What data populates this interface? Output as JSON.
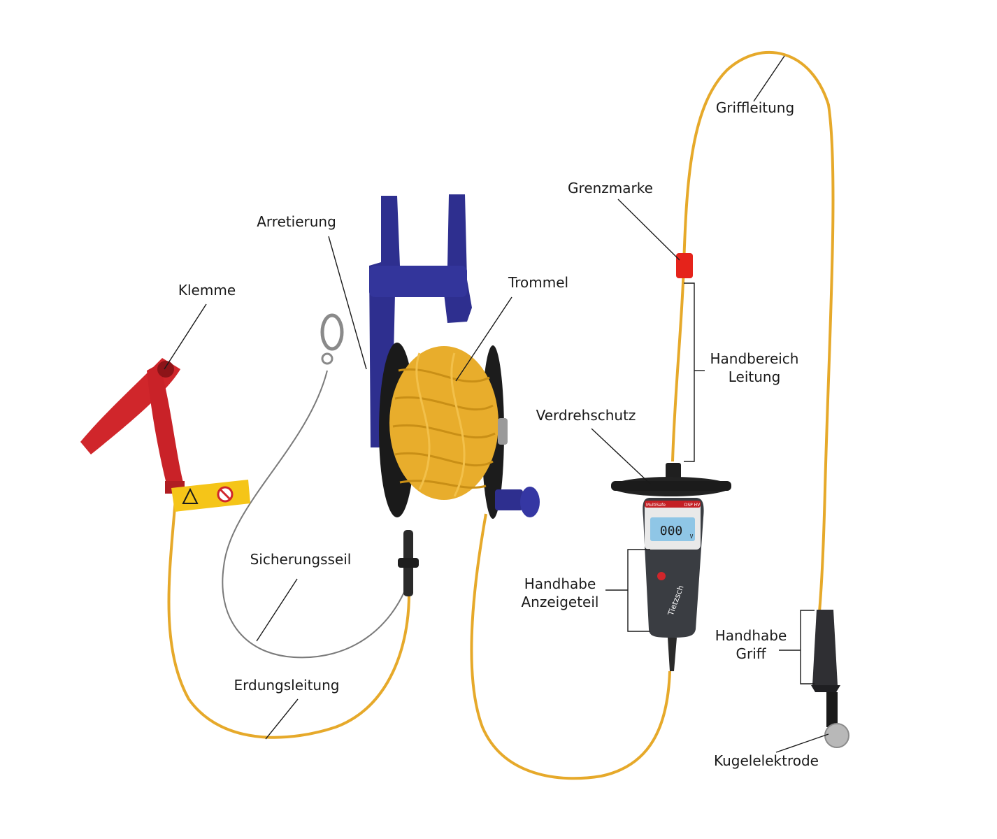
{
  "labels": {
    "griffleitung": "Griffleitung",
    "grenzmarke": "Grenzmarke",
    "arretierung": "Arretierung",
    "trommel": "Trommel",
    "klemme": "Klemme",
    "handbereich_1": "Handbereich",
    "handbereich_2": "Leitung",
    "verdrehschutz": "Verdrehschutz",
    "sicherungsseil": "Sicherungsseil",
    "handhabe_anzeige_1": "Handhabe",
    "handhabe_anzeige_2": "Anzeigeteil",
    "handhabe_griff_1": "Handhabe",
    "handhabe_griff_2": "Griff",
    "erdungsleitung": "Erdungsleitung",
    "kugelelektrode": "Kugelelektrode"
  },
  "device": {
    "display_value": "000",
    "display_unit": "V",
    "brand": "Tietzsch",
    "model": "DSP HV",
    "series": "MultiSafe"
  },
  "colors": {
    "cable": "#e6a92a",
    "reel": "#2e2f8f",
    "clamp": "#d0262b",
    "marker": "#e5231b",
    "device_body": "#3a3d42",
    "lcd": "#8fc6e6",
    "warning_tag": "#f5c518"
  }
}
